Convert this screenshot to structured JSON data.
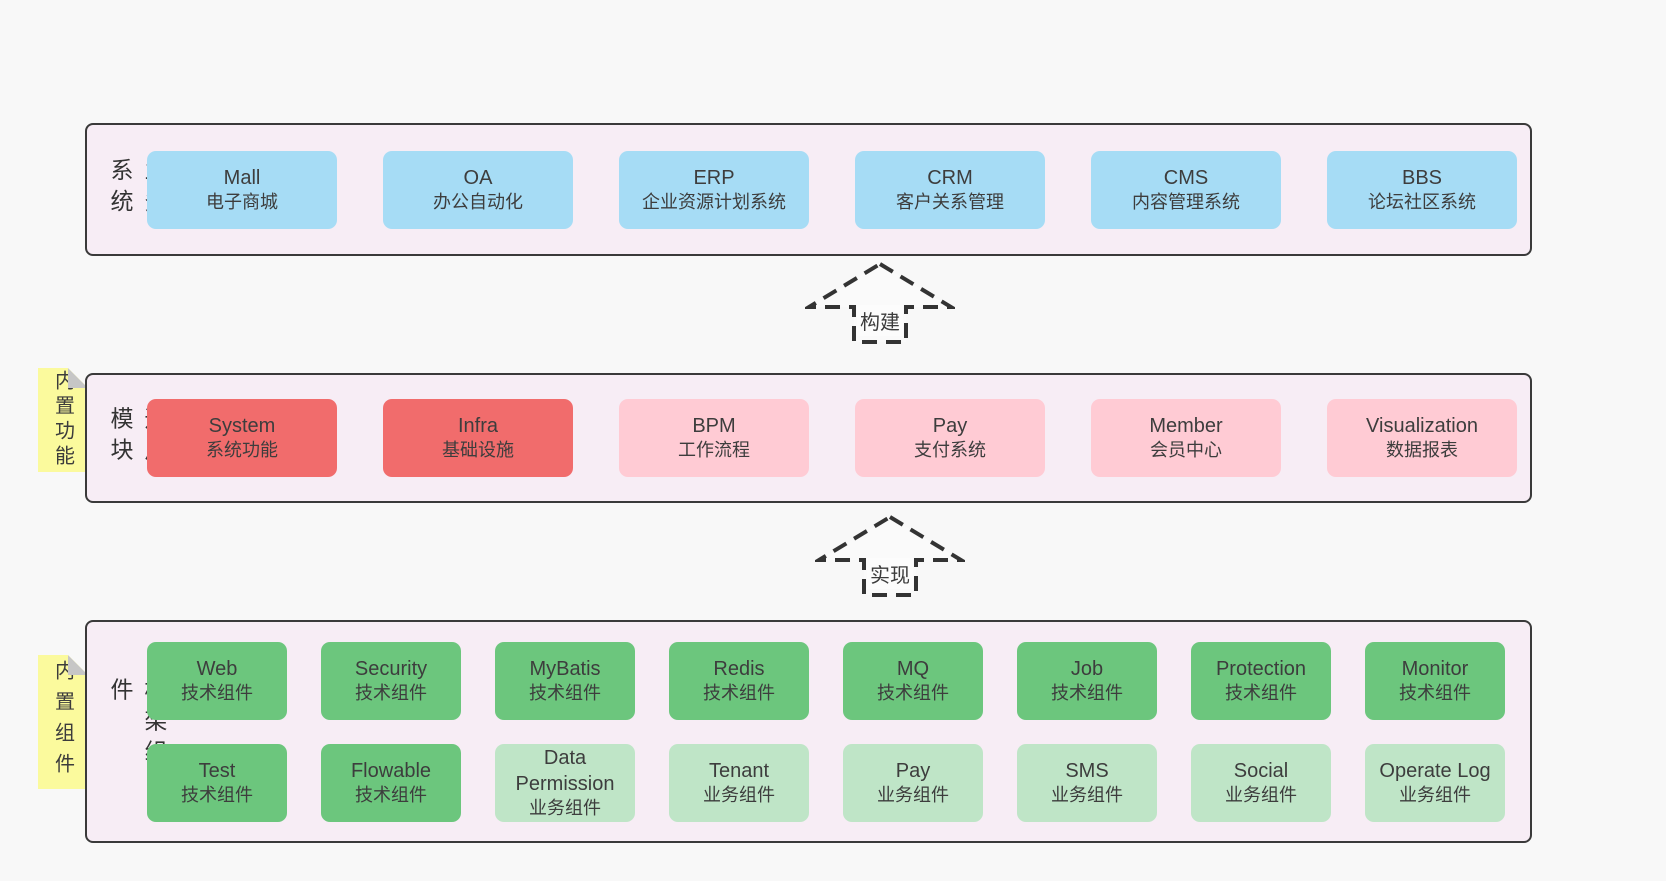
{
  "colors": {
    "page_bg": "#f8f8f8",
    "layer_fill": "#f7edf5",
    "layer_border": "#3a3a3a",
    "blue_box": "#a6dcf5",
    "red_box": "#f16c6c",
    "pink_box": "#ffcbd4",
    "green_box": "#6cc67d",
    "light_green_box": "#bfe5c7",
    "sticky_tab": "#fbfa9d",
    "tab_fold": "#c6c6c6",
    "text": "#3d3d3d"
  },
  "arrows": [
    {
      "label": "构建"
    },
    {
      "label": "实现"
    }
  ],
  "layers": [
    {
      "label": "业务系统",
      "boxes": [
        {
          "title": "Mall",
          "subtitle": "电子商城"
        },
        {
          "title": "OA",
          "subtitle": "办公自动化"
        },
        {
          "title": "ERP",
          "subtitle": "企业资源计划系统"
        },
        {
          "title": "CRM",
          "subtitle": "客户关系管理"
        },
        {
          "title": "CMS",
          "subtitle": "内容管理系统"
        },
        {
          "title": "BBS",
          "subtitle": "论坛社区系统"
        }
      ]
    },
    {
      "label": "通用模块",
      "tab": "内置功能",
      "boxes": [
        {
          "title": "System",
          "subtitle": "系统功能"
        },
        {
          "title": "Infra",
          "subtitle": "基础设施"
        },
        {
          "title": "BPM",
          "subtitle": "工作流程"
        },
        {
          "title": "Pay",
          "subtitle": "支付系统"
        },
        {
          "title": "Member",
          "subtitle": "会员中心"
        },
        {
          "title": "Visualization",
          "subtitle": "数据报表"
        }
      ]
    },
    {
      "label": "框架组件",
      "tab": "内置组件",
      "rows": [
        [
          {
            "title": "Web",
            "subtitle": "技术组件"
          },
          {
            "title": "Security",
            "subtitle": "技术组件"
          },
          {
            "title": "MyBatis",
            "subtitle": "技术组件"
          },
          {
            "title": "Redis",
            "subtitle": "技术组件"
          },
          {
            "title": "MQ",
            "subtitle": "技术组件"
          },
          {
            "title": "Job",
            "subtitle": "技术组件"
          },
          {
            "title": "Protection",
            "subtitle": "技术组件"
          },
          {
            "title": "Monitor",
            "subtitle": "技术组件"
          }
        ],
        [
          {
            "title": "Test",
            "subtitle": "技术组件"
          },
          {
            "title": "Flowable",
            "subtitle": "技术组件"
          },
          {
            "title": "Data Permission",
            "subtitle": "业务组件"
          },
          {
            "title": "Tenant",
            "subtitle": "业务组件"
          },
          {
            "title": "Pay",
            "subtitle": "业务组件"
          },
          {
            "title": "SMS",
            "subtitle": "业务组件"
          },
          {
            "title": "Social",
            "subtitle": "业务组件"
          },
          {
            "title": "Operate Log",
            "subtitle": "业务组件"
          }
        ]
      ]
    }
  ]
}
